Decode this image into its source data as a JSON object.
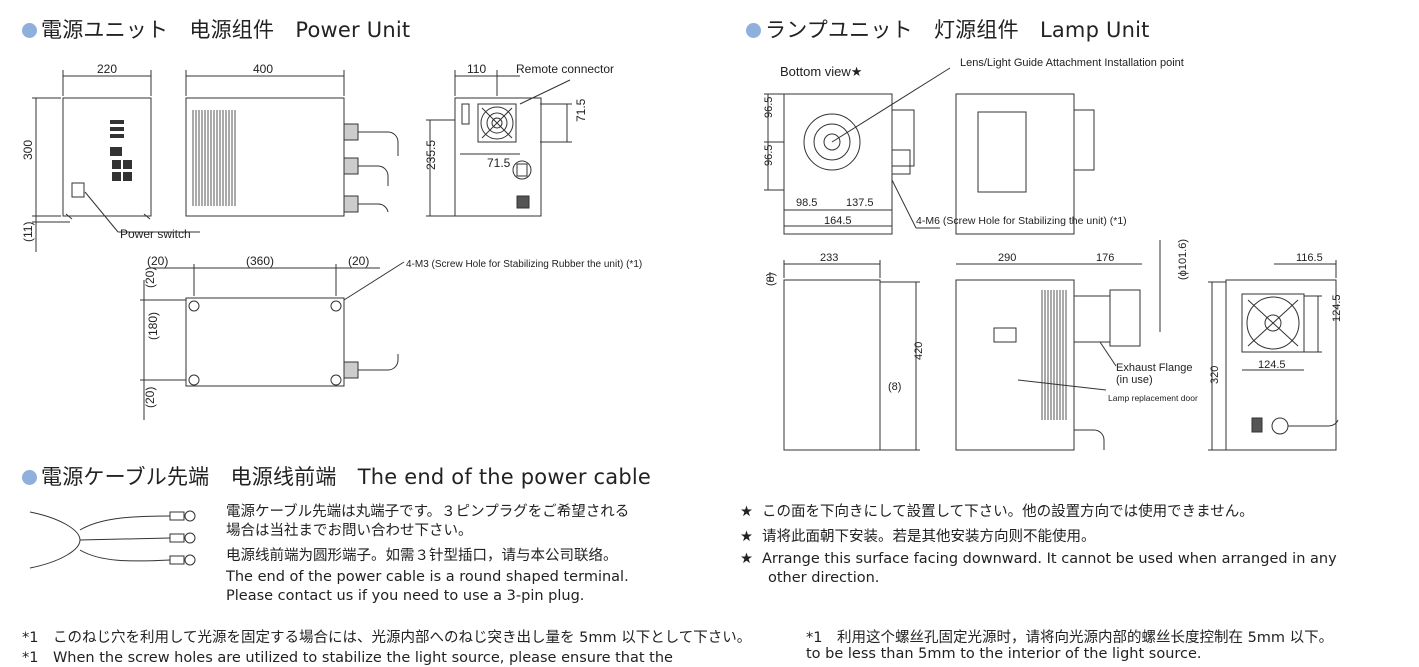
{
  "power_unit": {
    "heading": "電源ユニット　电源组件　Power Unit",
    "dims": {
      "front_width": "220",
      "side_width": "400",
      "rear_width": "110",
      "height": "300",
      "foot": "(11)",
      "rear_height": "235.5",
      "fan_offset": "71.5",
      "fan_offset_h": "71.5",
      "bottom_left": "(20)",
      "bottom_mid": "(360)",
      "bottom_right": "(20)",
      "depth_top": "(20)",
      "depth_mid": "(180)",
      "depth_bottom": "(20)"
    },
    "labels": {
      "remote_connector": "Remote connector",
      "power_switch": "Power switch",
      "screw_hole": "4-M3 (Screw Hole for Stabilizing Rubber the unit) (*1)"
    }
  },
  "lamp_unit": {
    "heading": "ランプユニット　灯源组件　Lamp Unit",
    "labels": {
      "bottom_view": "Bottom view★",
      "attachment_point": "Lens/Light Guide Attachment Installation point",
      "screw_hole": "4-M6 (Screw Hole for Stabilizing the unit) (*1)",
      "exhaust_flange": "Exhaust Flange",
      "in_use": "(in use)",
      "lamp_door": "Lamp replacement door"
    },
    "dims": {
      "b_965_a": "96.5",
      "b_965_b": "96.5",
      "b_985": "98.5",
      "b_1375": "137.5",
      "b_1645": "164.5",
      "front_w": "233",
      "top_gap": "(8)",
      "height": "420",
      "side_gap": "(8)",
      "side_w": "290",
      "flange_len": "176",
      "flange_dia": "(ϕ101.6)",
      "rear_w": "116.5",
      "fan_v": "124.5",
      "fan_h": "124.5",
      "rear_h": "320"
    }
  },
  "cable": {
    "heading": "電源ケーブル先端　电源线前端　The end of the power cable",
    "lines": [
      "電源ケーブル先端は丸端子です。３ピンプラグをご希望される",
      "場合は当社までお問い合わせ下さい。",
      "电源线前端为圆形端子。如需３针型插口，请与本公司联络。",
      "The end of the power cable is a round shaped terminal.",
      "Please contact us if you need to use a 3-pin plug."
    ]
  },
  "notes": [
    "この面を下向きにして設置して下さい。他の設置方向では使用できません。",
    "请将此面朝下安装。若是其他安装方向则不能使用。",
    "Arrange this surface facing downward. It cannot be used when arranged in any",
    "other direction."
  ],
  "footnotes": {
    "jp": "*1　このねじ穴を利用して光源を固定する場合には、光源内部へのねじ突き出し量を 5mm 以下として下さい。",
    "cn": "*1　利用这个螺丝孔固定光源时，请将向光源内部的螺丝长度控制在 5mm 以下。",
    "en_left": "*1　When the screw holes are utilized to stabilize the light source, please ensure that the",
    "en_right": "to be less than 5mm to the interior of the light source."
  }
}
